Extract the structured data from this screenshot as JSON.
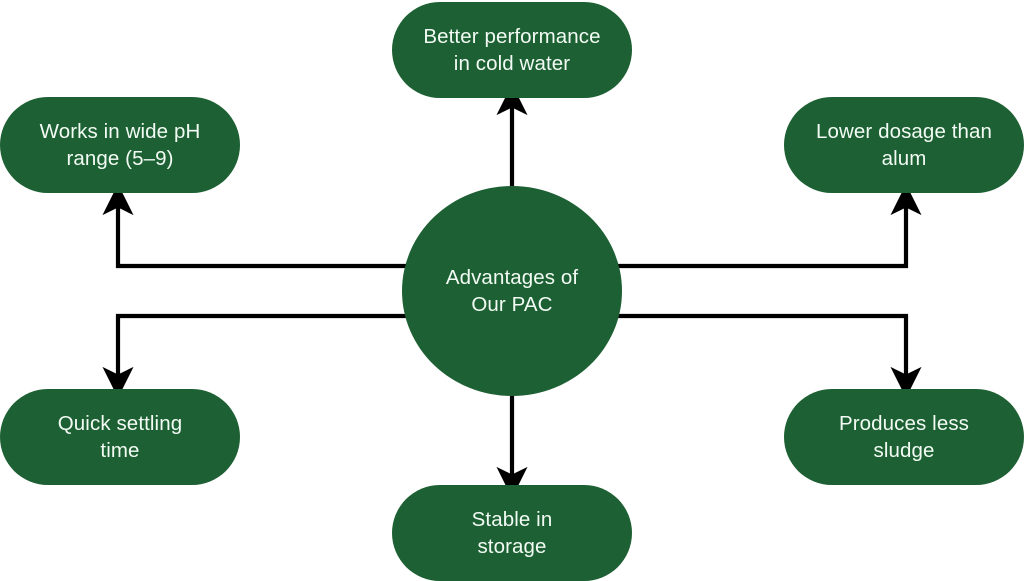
{
  "diagram": {
    "title": "Advantages of Our PAC",
    "type": "hub-and-spoke mind map",
    "colors": {
      "node_fill": "#1d6033",
      "node_text": "#f2fbf4",
      "connector": "#000000",
      "background": "#ffffff"
    },
    "hub": {
      "id": "hub",
      "label": "Advantages of\nOur PAC",
      "shape": "circle"
    },
    "branches": [
      {
        "id": "better-performance-in-cold-water",
        "label": "Better performance\nin cold water",
        "position": "top-center",
        "shape": "rounded-rect",
        "arrow_direction": "up"
      },
      {
        "id": "works-in-wide-ph-range",
        "label": "Works in wide pH\nrange (5–9)",
        "position": "top-left",
        "shape": "rounded-rect",
        "arrow_direction": "up"
      },
      {
        "id": "lower-dosage-than-alum",
        "label": "Lower dosage than\nalum",
        "position": "top-right",
        "shape": "rounded-rect",
        "arrow_direction": "up"
      },
      {
        "id": "quick-settling-time",
        "label": "Quick settling\ntime",
        "position": "bottom-left",
        "shape": "rounded-rect",
        "arrow_direction": "down"
      },
      {
        "id": "produces-less-sludge",
        "label": "Produces less\nsludge",
        "position": "bottom-right",
        "shape": "rounded-rect",
        "arrow_direction": "down"
      },
      {
        "id": "stable-in-storage",
        "label": "Stable in\nstorage",
        "position": "bottom-center",
        "shape": "rounded-rect",
        "arrow_direction": "down"
      }
    ]
  }
}
